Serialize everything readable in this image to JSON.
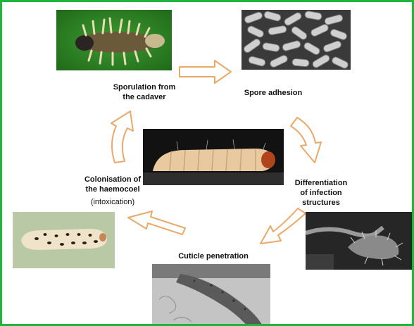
{
  "diagram": {
    "colors": {
      "border": "#1eb53a",
      "arrow_stroke": "#e9a96b",
      "background": "#ffffff"
    },
    "stages": {
      "sporulation": {
        "line1": "Sporulation from",
        "line2": "the cadaver"
      },
      "adhesion": {
        "label": "Spore adhesion"
      },
      "differentiation": {
        "line1": "Differentiation",
        "line2": "of infection",
        "line3": "structures"
      },
      "penetration": {
        "label": "Cuticle penetration"
      },
      "colonisation": {
        "line1": "Colonisation of",
        "line2": "the haemocoel",
        "note": "(intoxication)"
      }
    },
    "images": [
      {
        "name": "sporulating-cadaver-photo"
      },
      {
        "name": "spores-micrograph"
      },
      {
        "name": "healthy-larva-photo"
      },
      {
        "name": "infection-structure-micrograph"
      },
      {
        "name": "cuticle-section-micrograph"
      },
      {
        "name": "spotted-larva-photo"
      }
    ]
  }
}
